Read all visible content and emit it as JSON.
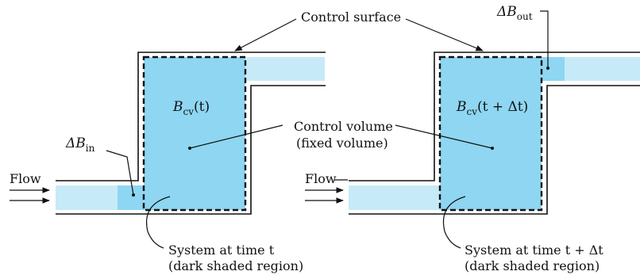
{
  "labels": {
    "control_surface": "Control surface",
    "control_volume_line1": "Control volume",
    "control_volume_line2": "(fixed volume)",
    "flow_left": "Flow",
    "flow_right": "Flow",
    "system_t_line1": "System at time t",
    "system_t_line2": "(dark shaded region)",
    "system_tdt_line1": "System at time t + Δt",
    "system_tdt_line2": "(dark shaded region)"
  },
  "symbols": {
    "delta_b_in": {
      "main": "ΔB",
      "sub": "in"
    },
    "delta_b_out": {
      "main": "ΔB",
      "sub": "out"
    },
    "b_cv_t": {
      "main": "B",
      "sub": "cv",
      "arg": "(t)"
    },
    "b_cv_t_dt": {
      "main": "B",
      "sub": "cv",
      "arg": "(t + Δt)"
    }
  },
  "colors": {
    "dark_fill": "#8ed6f2",
    "light_fill": "#c7eaf8",
    "line": "#111111"
  }
}
